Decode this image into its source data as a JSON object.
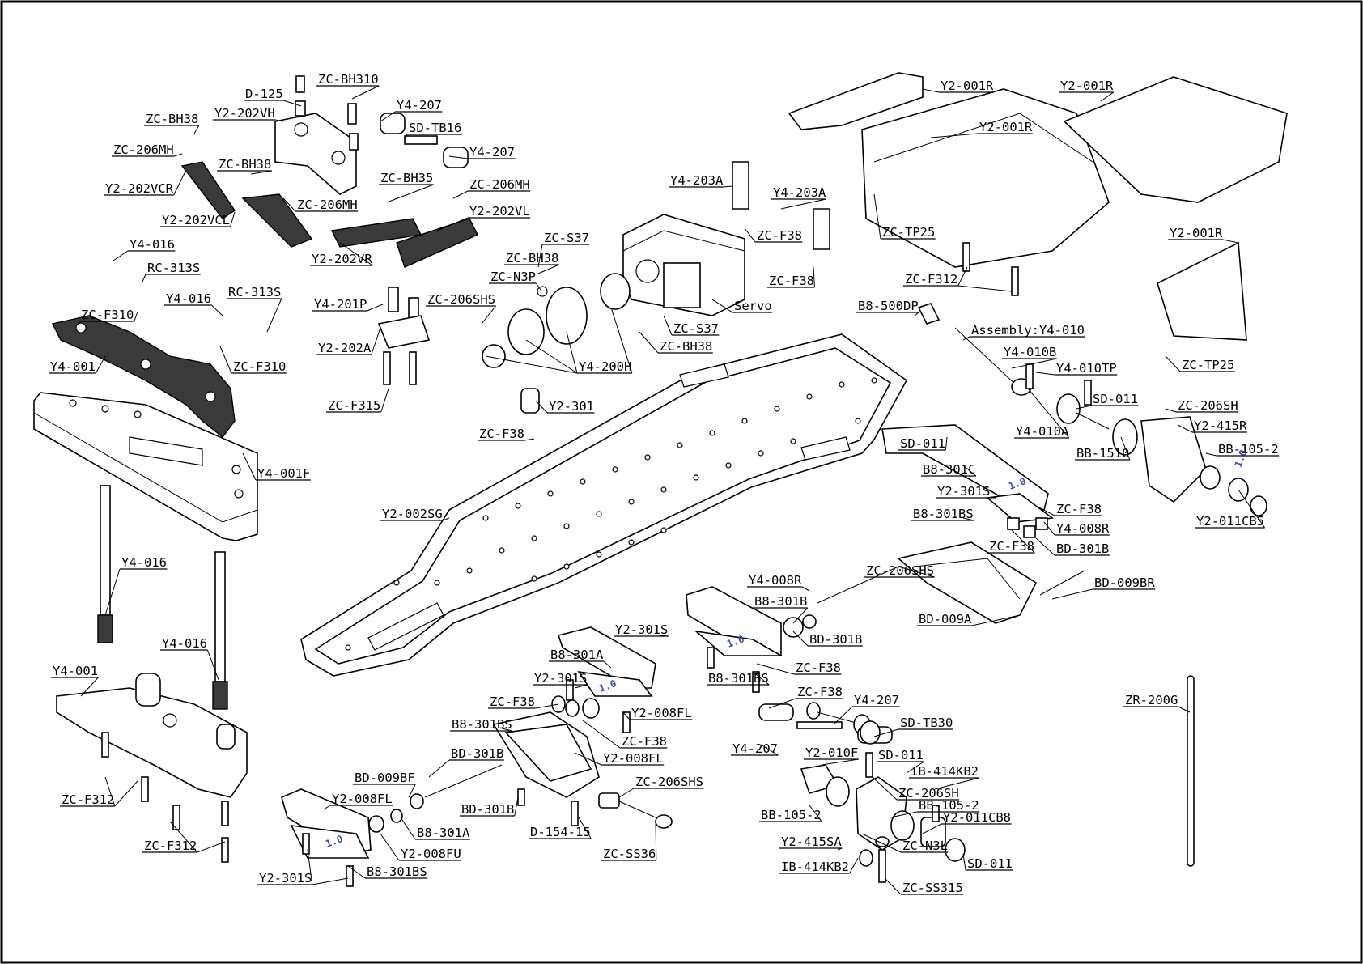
{
  "diagram": {
    "labels": [
      {
        "text": "ZC-BH310"
      },
      {
        "text": "D-125"
      },
      {
        "text": "ZC-BH38"
      },
      {
        "text": "Y2-202VH"
      },
      {
        "text": "ZC-206MH"
      },
      {
        "text": "ZC-BH38"
      },
      {
        "text": "Y2-202VCR"
      },
      {
        "text": "ZC-206MH"
      },
      {
        "text": "Y2-202VCL"
      },
      {
        "text": "Y4-207"
      },
      {
        "text": "SD-TB16"
      },
      {
        "text": "Y4-207"
      },
      {
        "text": "ZC-BH35"
      },
      {
        "text": "ZC-206MH"
      },
      {
        "text": "Y2-202VL"
      },
      {
        "text": "Y2-202VR"
      },
      {
        "text": "Y4-016"
      },
      {
        "text": "RC-313S"
      },
      {
        "text": "ZC-F310"
      },
      {
        "text": "Y4-016"
      },
      {
        "text": "RC-313S"
      },
      {
        "text": "ZC-F310"
      },
      {
        "text": "Y4-001"
      },
      {
        "text": "Y4-001F"
      },
      {
        "text": "Y4-016"
      },
      {
        "text": "Y4-016"
      },
      {
        "text": "Y4-001"
      },
      {
        "text": "ZC-F312"
      },
      {
        "text": "ZC-F312"
      },
      {
        "text": "Y4-201P"
      },
      {
        "text": "Y2-202A"
      },
      {
        "text": "ZC-F315"
      },
      {
        "text": "ZC-S37"
      },
      {
        "text": "ZC-BH38"
      },
      {
        "text": "ZC-N3P"
      },
      {
        "text": "ZC-206SHS"
      },
      {
        "text": "Y4-200H"
      },
      {
        "text": "Y4-203A"
      },
      {
        "text": "Y4-203A"
      },
      {
        "text": "ZC-F38"
      },
      {
        "text": "ZC-F38"
      },
      {
        "text": "Servo"
      },
      {
        "text": "ZC-S37"
      },
      {
        "text": "ZC-BH38"
      },
      {
        "text": "Y2-301"
      },
      {
        "text": "ZC-F38"
      },
      {
        "text": "Y2-002SG"
      },
      {
        "text": "Y2-001R"
      },
      {
        "text": "Y2-001R"
      },
      {
        "text": "Y2-001R"
      },
      {
        "text": "Y2-001R"
      },
      {
        "text": "ZC-TP25"
      },
      {
        "text": "ZC-F312"
      },
      {
        "text": "B8-500DP"
      },
      {
        "text": "Assembly:Y4-010"
      },
      {
        "text": "Y4-010B"
      },
      {
        "text": "Y4-010TP"
      },
      {
        "text": "ZC-TP25"
      },
      {
        "text": "SD-011"
      },
      {
        "text": "ZC-206SH"
      },
      {
        "text": "Y4-010A"
      },
      {
        "text": "Y2-415R"
      },
      {
        "text": "BB-1510"
      },
      {
        "text": "BB-105-2"
      },
      {
        "text": "Y2-011CB5"
      },
      {
        "text": "SD-011"
      },
      {
        "text": "B8-301C"
      },
      {
        "text": "Y2-301S"
      },
      {
        "text": "ZC-F38"
      },
      {
        "text": "B8-301BS"
      },
      {
        "text": "Y4-008R"
      },
      {
        "text": "ZC-F38"
      },
      {
        "text": "BD-301B"
      },
      {
        "text": "ZC-206SHS"
      },
      {
        "text": "BD-009BR"
      },
      {
        "text": "BD-009A"
      },
      {
        "text": "Y4-008R"
      },
      {
        "text": "B8-301B"
      },
      {
        "text": "BD-301B"
      },
      {
        "text": "B8-301BS"
      },
      {
        "text": "ZC-F38"
      },
      {
        "text": "Y2-301S"
      },
      {
        "text": "B8-301A"
      },
      {
        "text": "Y2-301S"
      },
      {
        "text": "ZC-F38"
      },
      {
        "text": "Y2-008FL"
      },
      {
        "text": "ZC-F38"
      },
      {
        "text": "B8-301BS"
      },
      {
        "text": "Y2-008FL"
      },
      {
        "text": "BD-301B"
      },
      {
        "text": "BD-009BF"
      },
      {
        "text": "Y2-008FL"
      },
      {
        "text": "B8-301A"
      },
      {
        "text": "BD-301B"
      },
      {
        "text": "ZC-206SHS"
      },
      {
        "text": "D-154-15"
      },
      {
        "text": "ZC-SS36"
      },
      {
        "text": "Y2-008FU"
      },
      {
        "text": "B8-301BS"
      },
      {
        "text": "Y2-301S"
      },
      {
        "text": "ZC-F38"
      },
      {
        "text": "Y4-207"
      },
      {
        "text": "SD-TB30"
      },
      {
        "text": "Y4-207"
      },
      {
        "text": "Y2-010F"
      },
      {
        "text": "SD-011"
      },
      {
        "text": "IB-414KB2"
      },
      {
        "text": "ZC-206SH"
      },
      {
        "text": "BB-105-2"
      },
      {
        "text": "BB-105-2"
      },
      {
        "text": "Y2-011CB8"
      },
      {
        "text": "Y2-415SA"
      },
      {
        "text": "ZC-N3L"
      },
      {
        "text": "SD-011"
      },
      {
        "text": "IB-414KB2"
      },
      {
        "text": "ZC-SS315"
      },
      {
        "text": "ZR-200G"
      }
    ],
    "shim_marks": [
      {
        "text": "1.0"
      },
      {
        "text": "1.0"
      },
      {
        "text": "1.0"
      },
      {
        "text": "1.0"
      },
      {
        "text": "1.0"
      }
    ]
  }
}
